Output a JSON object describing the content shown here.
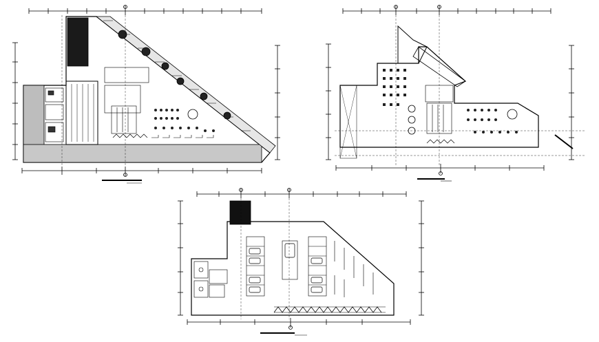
{
  "drawing": {
    "plans": [
      {
        "id": "plan-1",
        "title": "",
        "scale": "",
        "axis_tags": [
          "",
          ""
        ]
      },
      {
        "id": "plan-2",
        "title": "",
        "scale": "",
        "axis_tags": [
          "",
          ""
        ]
      },
      {
        "id": "plan-3",
        "title": "",
        "scale": "",
        "axis_tags": [
          "",
          ""
        ]
      }
    ],
    "colors": {
      "ink": "#000000",
      "paper": "#ffffff",
      "hatch": "#1a1a1a"
    },
    "elements": {
      "plan-1": [
        "dimension-chain",
        "column-grid",
        "pool",
        "angled-ramp",
        "seating-rows",
        "kitchen-fixtures",
        "stair-core",
        "hatched-perimeter"
      ],
      "plan-2": [
        "dimension-chain",
        "column-grid",
        "seating-rows",
        "round-tables",
        "stair-core",
        "triangular-wing"
      ],
      "plan-3": [
        "dimension-chain",
        "column-grid",
        "parking-bays",
        "parked-cars",
        "ramp-lane",
        "toilets",
        "stair-core",
        "zigzag-truss"
      ]
    }
  }
}
